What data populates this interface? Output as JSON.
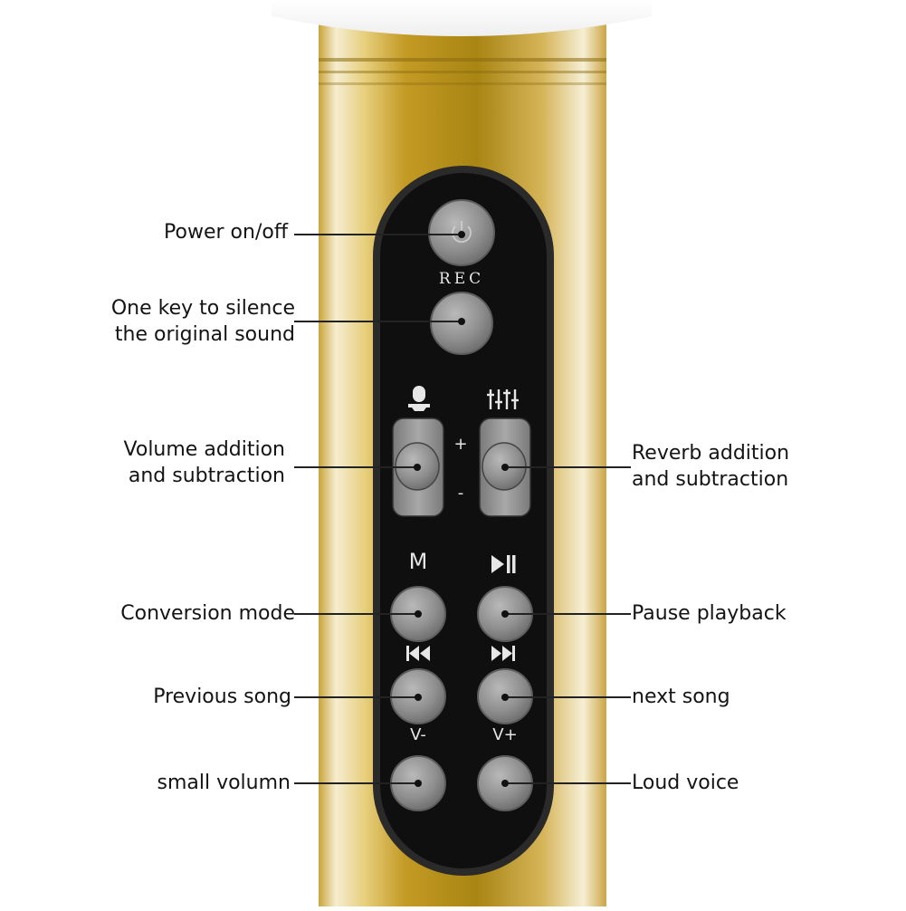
{
  "palette": {
    "gold_dark": "#a8861f",
    "gold_light": "#f3ebc8",
    "panel_black": "#111111",
    "button_gray": "#8c8c8c",
    "line": "#222222"
  },
  "panel_labels": {
    "rec": "REC",
    "plus": "+",
    "minus": "-",
    "mode": "M",
    "vol_down": "V-",
    "vol_up": "V+"
  },
  "panel_icons": [
    "power-icon",
    "microphone-icon",
    "equalizer-icon",
    "play-pause-icon",
    "previous-track-icon",
    "next-track-icon"
  ],
  "callouts": {
    "power": [
      "Power on/off"
    ],
    "silence": [
      "One key to silence",
      "the original sound"
    ],
    "volume": [
      "Volume addition",
      "and subtraction"
    ],
    "reverb": [
      "Reverb addition",
      "and subtraction"
    ],
    "mode": [
      "Conversion mode"
    ],
    "pause": [
      "Pause playback"
    ],
    "previous": [
      "Previous song"
    ],
    "next": [
      "next song"
    ],
    "small": [
      "small volumn"
    ],
    "loud": [
      "Loud voice"
    ]
  }
}
